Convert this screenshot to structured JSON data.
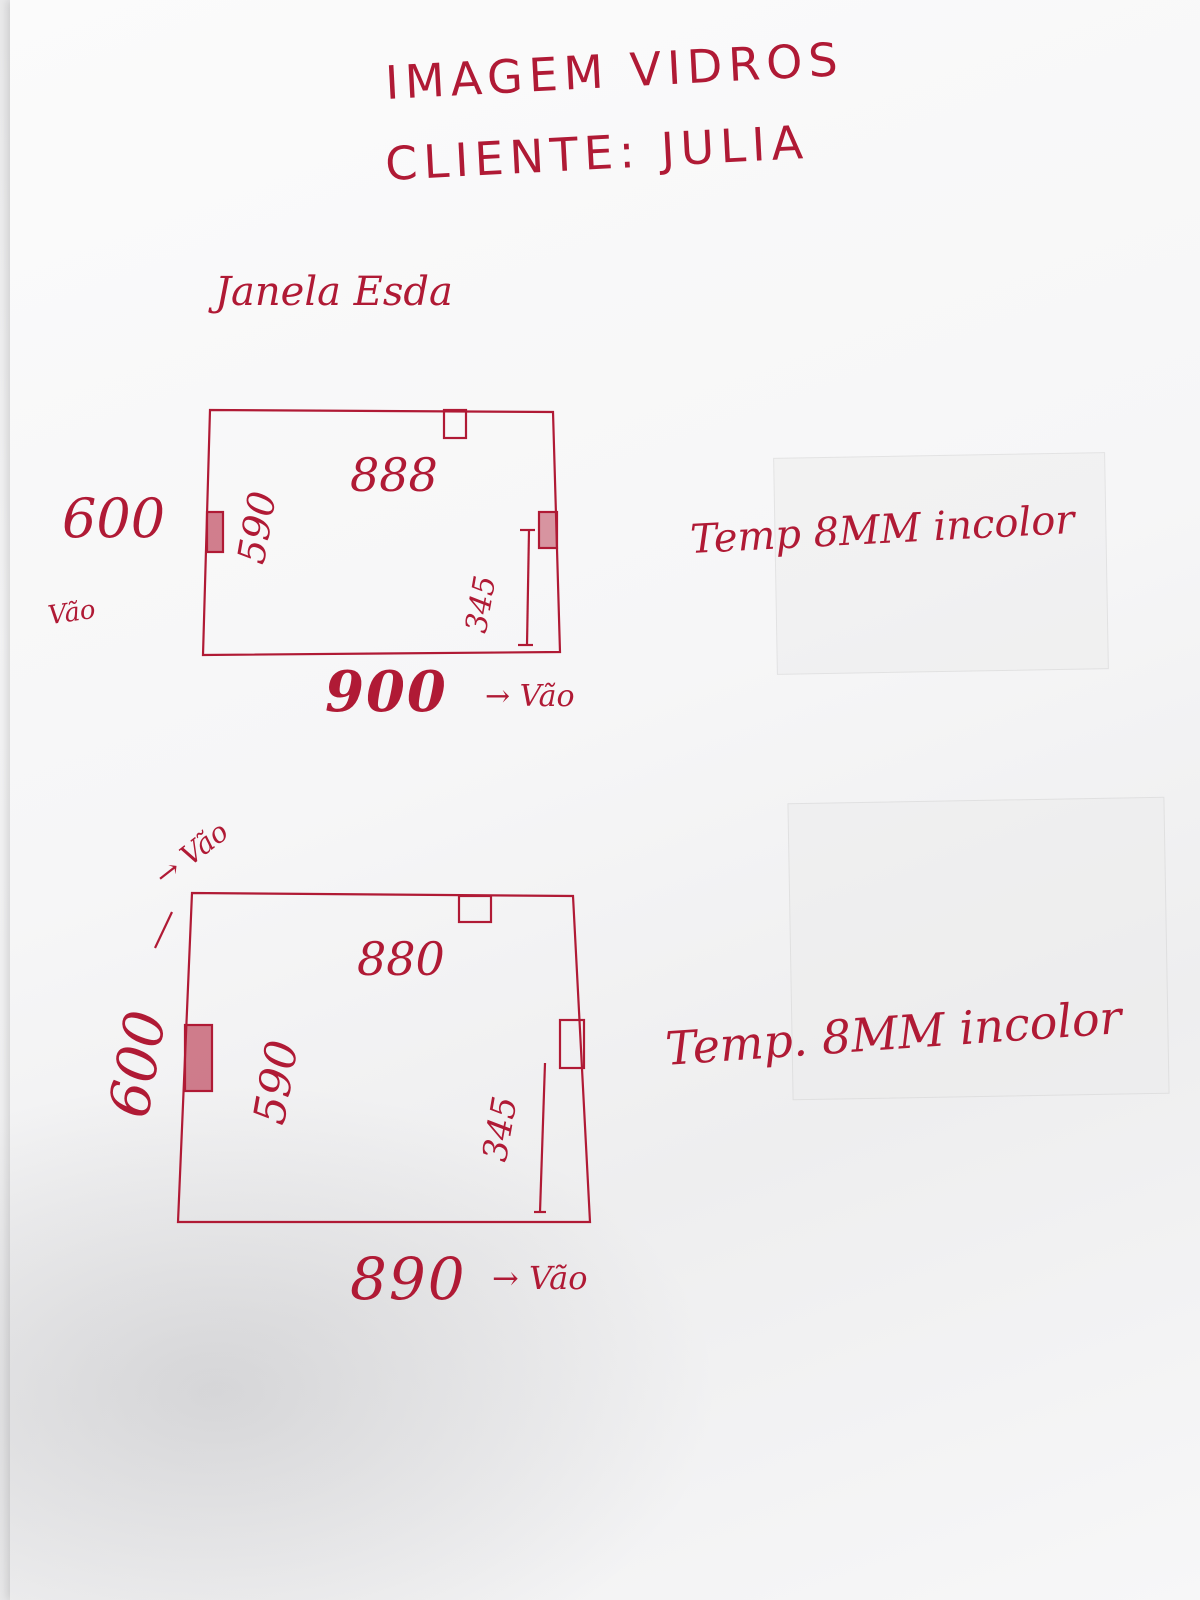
{
  "header": {
    "company": "IMAGEM VIDROS",
    "client": "CLIENTE: JULIA"
  },
  "section_label": "Janela Esda",
  "windows": [
    {
      "width_top": "888",
      "height_left": "600",
      "height_left_note": "Vão",
      "inner_height": "590",
      "right_height": "345",
      "width_bottom": "900",
      "width_bottom_note": "→ Vão",
      "spec": "Temp 8MM incolor"
    },
    {
      "width_top": "880",
      "height_left": "600",
      "height_left_note": "→ Vão",
      "inner_height": "590",
      "right_height": "345",
      "width_bottom": "890",
      "width_bottom_note": "→ Vão",
      "spec": "Temp. 8MM incolor"
    }
  ],
  "colors": {
    "ink": "#b01a35",
    "paper": "#f7f7f8"
  }
}
